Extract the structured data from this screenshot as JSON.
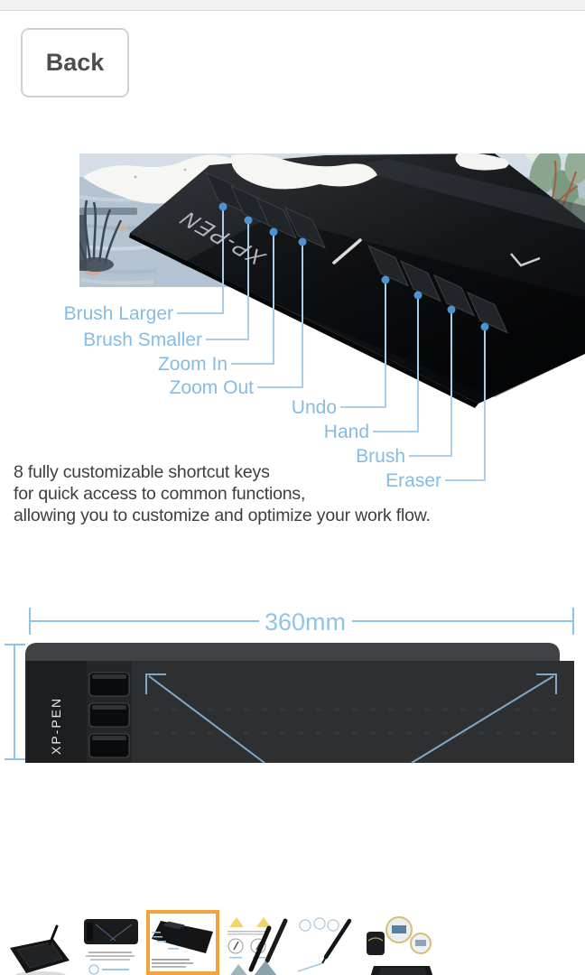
{
  "header": {
    "back_label": "Back"
  },
  "product_figure": {
    "brand_logo": "XP-PEN",
    "shortcut_key_labels": [
      "Brush Larger",
      "Brush Smaller",
      "Zoom In",
      "Zoom Out",
      "Undo",
      "Hand",
      "Brush",
      "Eraser"
    ],
    "description_lines": [
      "8 fully customizable shortcut keys",
      "for quick access to common functions,",
      "allowing you to customize and optimize your work flow."
    ]
  },
  "dimension_figure": {
    "width_label": "360mm",
    "brand_logo": "XP-PEN"
  },
  "thumbnails": {
    "selected_index": 2,
    "items": [
      {
        "label": "tablet with stylus photo"
      },
      {
        "label": "tablet top view with description"
      },
      {
        "label": "shortcut keys diagram"
      },
      {
        "label": "two styluses comparison"
      },
      {
        "label": "battery-free stylus"
      },
      {
        "label": "tablet with usage scene callouts"
      }
    ]
  },
  "colors": {
    "label_blue": "#85bce2",
    "leader_line_blue": "#a7cfeb",
    "marker_dot_blue": "#4e92cf",
    "dimension_blue": "#8ec4e6",
    "selected_thumbnail_border": "#f2a33c",
    "body_text": "#3e3e3e"
  }
}
